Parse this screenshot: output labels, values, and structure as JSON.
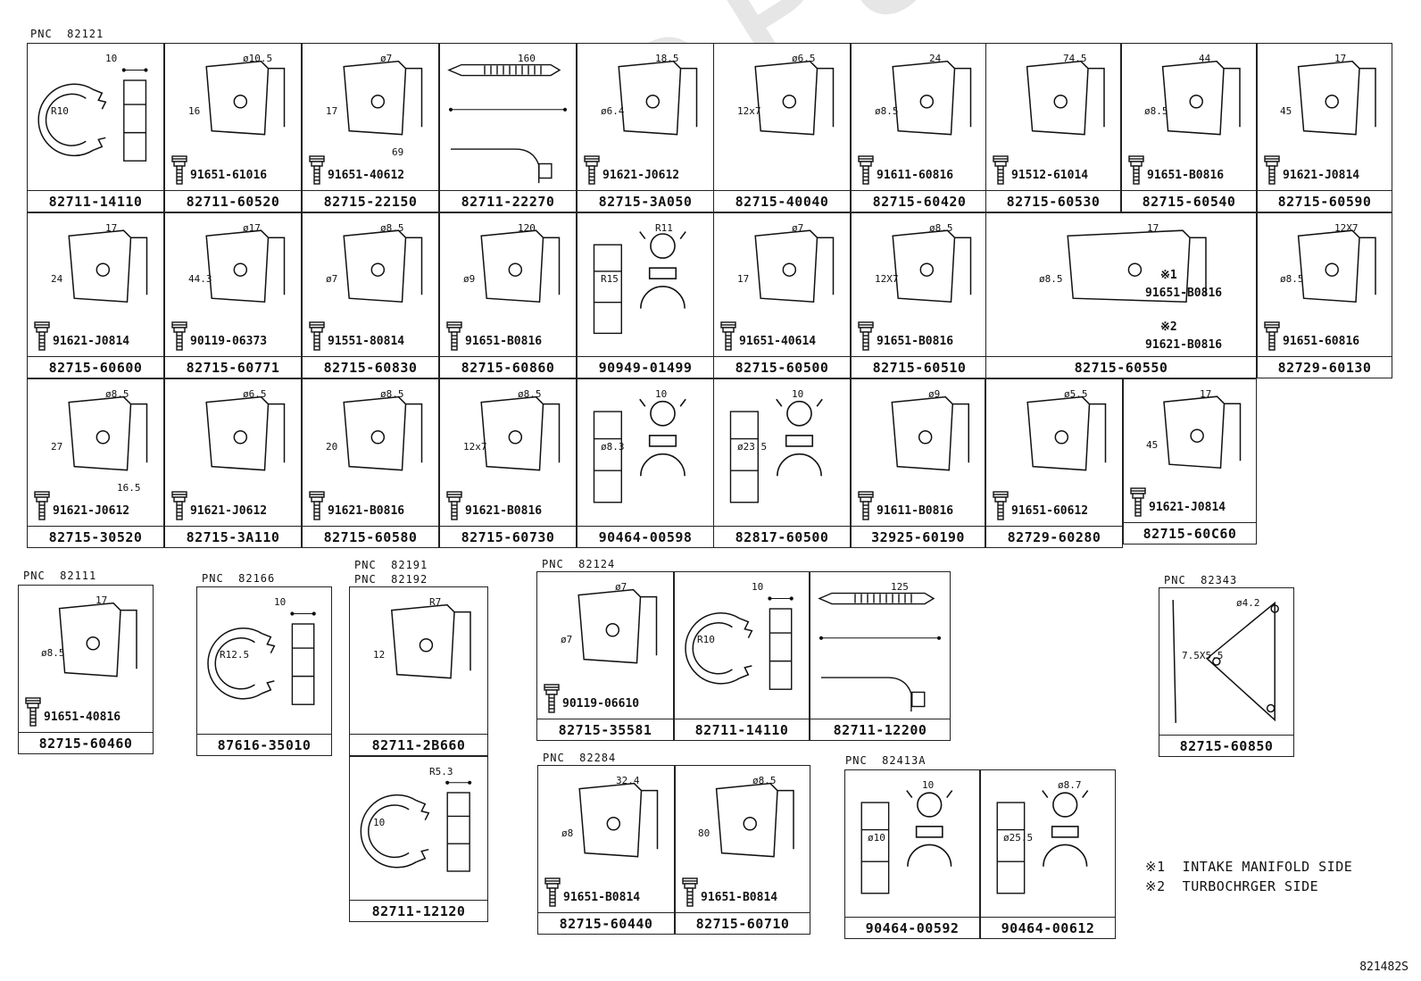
{
  "watermark": "ToyotaParts",
  "pnc_labels": [
    {
      "text": "PNC  82121"
    },
    {
      "text": "PNC  82111"
    },
    {
      "text": "PNC  82166"
    },
    {
      "text": "PNC  82191"
    },
    {
      "text": "PNC  82192"
    },
    {
      "text": "PNC  82124"
    },
    {
      "text": "PNC  82284"
    },
    {
      "text": "PNC  82413A"
    },
    {
      "text": "PNC  82343"
    }
  ],
  "cells": [
    {
      "pn": "82711-14110",
      "bolt": "",
      "dims": [
        "10",
        "R10"
      ]
    },
    {
      "pn": "82711-60520",
      "bolt": "91651-61016",
      "dims": [
        "ø10.5",
        "16"
      ]
    },
    {
      "pn": "82715-22150",
      "bolt": "91651-40612",
      "dims": [
        "ø7",
        "17",
        "69"
      ]
    },
    {
      "pn": "82711-22270",
      "bolt": "",
      "dims": [
        "160"
      ]
    },
    {
      "pn": "82715-3A050",
      "bolt": "91621-J0612",
      "dims": [
        "18.5",
        "ø6.4"
      ]
    },
    {
      "pn": "82715-40040",
      "bolt": "",
      "dims": [
        "ø6.5",
        "12x7"
      ]
    },
    {
      "pn": "82715-60420",
      "bolt": "91611-60816",
      "dims": [
        "24",
        "ø8.5"
      ]
    },
    {
      "pn": "82715-60530",
      "bolt": "91512-61014",
      "dims": [
        "74.5"
      ]
    },
    {
      "pn": "82715-60540",
      "bolt": "91651-B0816",
      "dims": [
        "44",
        "ø8.5"
      ]
    },
    {
      "pn": "82715-60590",
      "bolt": "91621-J0814",
      "dims": [
        "17",
        "45"
      ]
    },
    {
      "pn": "82715-60600",
      "bolt": "91621-J0814",
      "dims": [
        "17",
        "24"
      ]
    },
    {
      "pn": "82715-60771",
      "bolt": "90119-06373",
      "dims": [
        "ø17",
        "44.3"
      ]
    },
    {
      "pn": "82715-60830",
      "bolt": "91551-80814",
      "dims": [
        "ø8.5",
        "ø7"
      ]
    },
    {
      "pn": "82715-60860",
      "bolt": "91651-B0816",
      "dims": [
        "120",
        "ø9"
      ]
    },
    {
      "pn": "90949-01499",
      "bolt": "",
      "dims": [
        "R11",
        "R15"
      ]
    },
    {
      "pn": "82715-60500",
      "bolt": "91651-40614",
      "dims": [
        "ø7",
        "17"
      ]
    },
    {
      "pn": "82715-60510",
      "bolt": "91651-B0816",
      "dims": [
        "ø8.5",
        "12X7"
      ]
    },
    {
      "pn": "82715-60550",
      "bolt": "",
      "dims": [
        "17",
        "ø8.5"
      ],
      "bolts2": [
        "※1",
        "91651-B0816",
        "※2",
        "91621-B0816"
      ]
    },
    {
      "pn": "82729-60130",
      "bolt": "91651-60816",
      "dims": [
        "12X7",
        "ø8.5"
      ]
    },
    {
      "pn": "82715-30520",
      "bolt": "91621-J0612",
      "dims": [
        "ø8.5",
        "27",
        "16.5"
      ]
    },
    {
      "pn": "82715-3A110",
      "bolt": "91621-J0612",
      "dims": [
        "ø6.5"
      ]
    },
    {
      "pn": "82715-60580",
      "bolt": "91621-B0816",
      "dims": [
        "ø8.5",
        "20"
      ]
    },
    {
      "pn": "82715-60730",
      "bolt": "91621-B0816",
      "dims": [
        "ø8.5",
        "12x7"
      ]
    },
    {
      "pn": "90464-00598",
      "bolt": "",
      "dims": [
        "10",
        "ø8.3"
      ]
    },
    {
      "pn": "82817-60500",
      "bolt": "",
      "dims": [
        "10",
        "ø23.5"
      ]
    },
    {
      "pn": "32925-60190",
      "bolt": "91611-B0816",
      "dims": [
        "ø9"
      ]
    },
    {
      "pn": "82729-60280",
      "bolt": "91651-60612",
      "dims": [
        "ø5.5"
      ]
    },
    {
      "pn": "82715-60C60",
      "bolt": "91621-J0814",
      "dims": [
        "17",
        "45"
      ]
    },
    {
      "pn": "82715-60460",
      "bolt": "91651-40816",
      "dims": [
        "17",
        "ø8.5"
      ]
    },
    {
      "pn": "87616-35010",
      "bolt": "",
      "dims": [
        "10",
        "R12.5"
      ]
    },
    {
      "pn": "82711-2B660",
      "bolt": "",
      "dims": [
        "R7",
        "12"
      ]
    },
    {
      "pn": "82711-12120",
      "bolt": "",
      "dims": [
        "R5.3",
        "10"
      ]
    },
    {
      "pn": "82715-35581",
      "bolt": "90119-06610",
      "dims": [
        "ø7",
        "ø7"
      ]
    },
    {
      "pn": "82711-14110",
      "bolt": "",
      "dims": [
        "10",
        "R10"
      ]
    },
    {
      "pn": "82711-12200",
      "bolt": "",
      "dims": [
        "125"
      ]
    },
    {
      "pn": "82715-60440",
      "bolt": "91651-B0814",
      "dims": [
        "32.4",
        "ø8"
      ]
    },
    {
      "pn": "82715-60710",
      "bolt": "91651-B0814",
      "dims": [
        "ø8.5",
        "80"
      ]
    },
    {
      "pn": "90464-00592",
      "bolt": "",
      "dims": [
        "10",
        "ø10"
      ]
    },
    {
      "pn": "90464-00612",
      "bolt": "",
      "dims": [
        "ø8.7",
        "ø25.5"
      ]
    },
    {
      "pn": "82715-60850",
      "bolt": "",
      "dims": [
        "ø4.2",
        "7.5X5.5"
      ]
    }
  ],
  "notes": [
    "※1  INTAKE MANIFOLD SIDE",
    "※2  TURBOCHRGER SIDE"
  ],
  "diagram_code": "821482S"
}
